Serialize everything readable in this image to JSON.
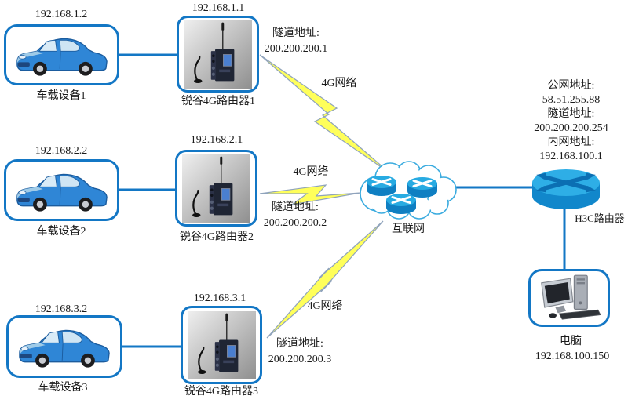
{
  "rows": [
    {
      "vehicle": {
        "ip": "192.168.1.2",
        "label": "车载设备1"
      },
      "router": {
        "ip": "192.168.1.1",
        "label": "锐谷4G路由器1"
      },
      "tunnel_title": "隧道地址:",
      "tunnel_address": "200.200.200.1",
      "link_label": "4G网络"
    },
    {
      "vehicle": {
        "ip": "192.168.2.2",
        "label": "车载设备2"
      },
      "router": {
        "ip": "192.168.2.1",
        "label": "锐谷4G路由器2"
      },
      "tunnel_title": "隧道地址:",
      "tunnel_address": "200.200.200.2",
      "link_label": "4G网络"
    },
    {
      "vehicle": {
        "ip": "192.168.3.2",
        "label": "车载设备3"
      },
      "router": {
        "ip": "192.168.3.1",
        "label": "锐谷4G路由器3"
      },
      "tunnel_title": "隧道地址:",
      "tunnel_address": "200.200.200.3",
      "link_label": "4G网络"
    }
  ],
  "internet": {
    "label": "互联网"
  },
  "h3c": {
    "public_title": "公网地址:",
    "public_address": "58.51.255.88",
    "tunnel_title": "隧道地址:",
    "tunnel_address": "200.200.200.254",
    "lan_title": "内网地址:",
    "lan_address": "192.168.100.1",
    "label": "H3C路由器"
  },
  "pc": {
    "label": "电脑",
    "ip": "192.168.100.150"
  },
  "icons": {
    "vehicle": "car-icon",
    "cellular_router": "4g-router-icon",
    "internet": "cloud-icon",
    "core_router": "router-cylinder-icon",
    "computer": "desktop-pc-icon",
    "wireless_link": "lightning-bolt-icon"
  },
  "colors": {
    "connector": "#1377c5",
    "box_border": "#1377c5",
    "lightning_fill": "#ffff5a",
    "lightning_stroke": "#8fa3bc",
    "cloud_stroke": "#3aabdf",
    "router_top": "#2eaee6",
    "router_body": "#1187cb"
  }
}
